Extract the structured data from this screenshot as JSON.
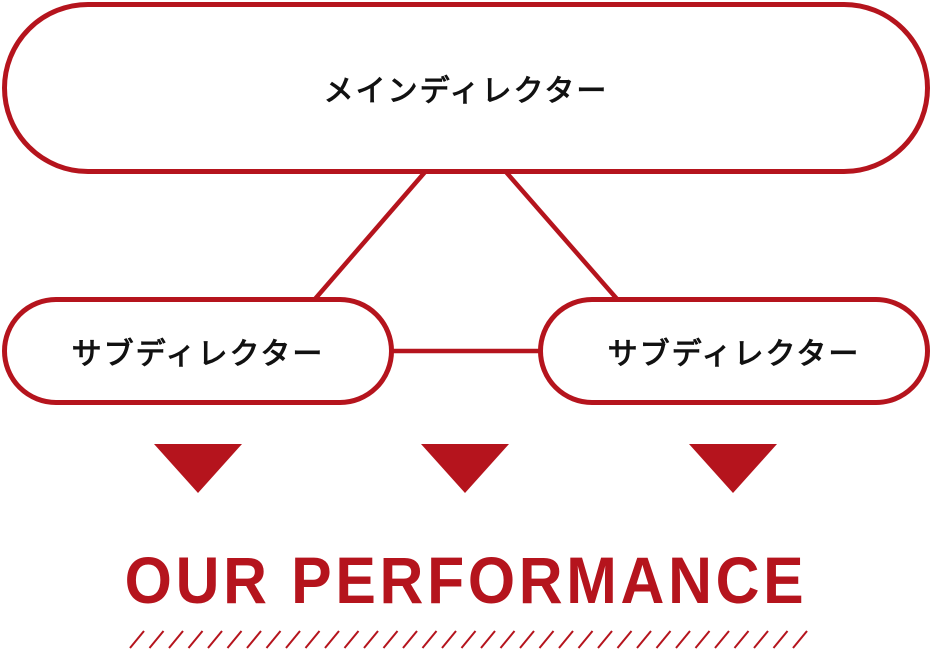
{
  "diagram": {
    "main_node": {
      "label": "メインディレクター"
    },
    "sub_nodes": [
      {
        "label": "サブディレクター"
      },
      {
        "label": "サブディレクター"
      }
    ],
    "arrows": [
      "down",
      "down",
      "down"
    ],
    "footer_title": "OUR PERFORMANCE"
  },
  "colors": {
    "accent": "#b5141d",
    "text": "#111111",
    "background": "#ffffff"
  }
}
